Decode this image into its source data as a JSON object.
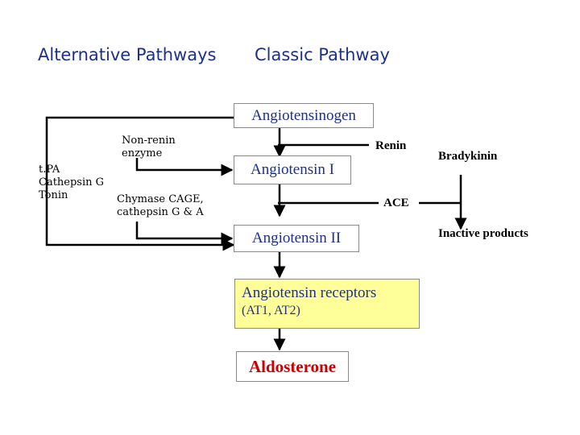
{
  "headings": {
    "alternative": "Alternative Pathways",
    "classic": "Classic Pathway"
  },
  "nodes": {
    "angiotensinogen": "Angiotensinogen",
    "angiotensin_1": "Angiotensin I",
    "angiotensin_2": "Angiotensin II",
    "receptors_line1": "Angiotensin receptors",
    "receptors_line2": "(AT1, AT2)",
    "aldosterone": "Aldosterone"
  },
  "enzymes": {
    "non_renin_line1": "Non-renin",
    "non_renin_line2": "enzyme",
    "alt_list": [
      "t.PA",
      "Cathepsin G",
      "Tonin"
    ],
    "chymase_line1": "Chymase CAGE,",
    "chymase_line2": "cathepsin G & A",
    "renin": "Renin",
    "ace": "ACE"
  },
  "side_branch": {
    "bradykinin": "Bradykinin",
    "inactive": "Inactive products"
  },
  "colors": {
    "heading_text": "#1f2f8c",
    "node_text": "#1f2f8c",
    "aldosterone_text": "#cc0000",
    "receptor_fill": "#ffff99",
    "arrow": "#000000"
  }
}
